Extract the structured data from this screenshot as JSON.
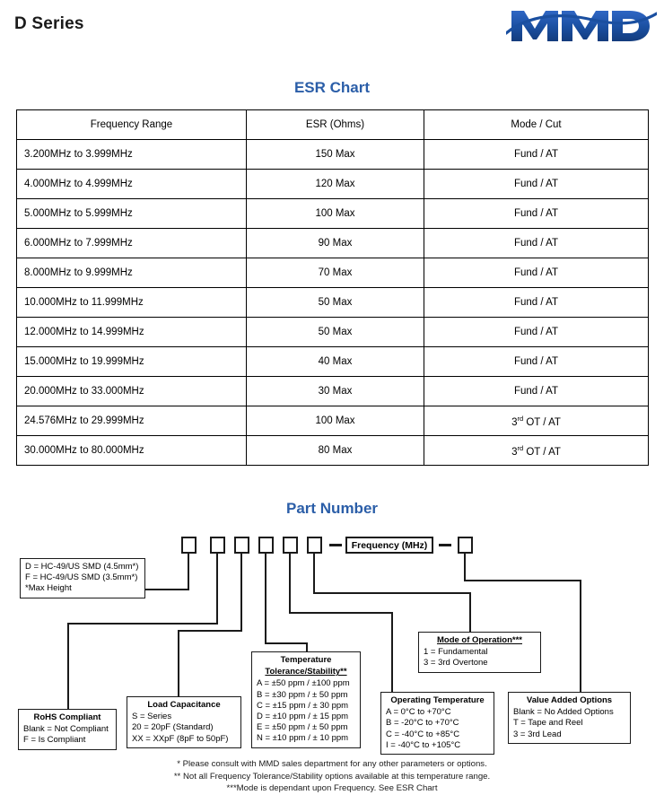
{
  "header": {
    "series_title": "D Series",
    "logo_text": "MMD",
    "logo_color": "#1a4fa0"
  },
  "esr_section": {
    "heading": "ESR Chart",
    "columns": [
      "Frequency Range",
      "ESR (Ohms)",
      "Mode / Cut"
    ],
    "rows": [
      {
        "freq": "3.200MHz to 3.999MHz",
        "esr": "150 Max",
        "mode": "Fund / AT",
        "mode_sup": ""
      },
      {
        "freq": "4.000MHz to 4.999MHz",
        "esr": "120 Max",
        "mode": "Fund / AT",
        "mode_sup": ""
      },
      {
        "freq": "5.000MHz to 5.999MHz",
        "esr": "100 Max",
        "mode": "Fund / AT",
        "mode_sup": ""
      },
      {
        "freq": "6.000MHz to 7.999MHz",
        "esr": "90 Max",
        "mode": "Fund / AT",
        "mode_sup": ""
      },
      {
        "freq": "8.000MHz to 9.999MHz",
        "esr": "70 Max",
        "mode": "Fund / AT",
        "mode_sup": ""
      },
      {
        "freq": "10.000MHz to 11.999MHz",
        "esr": "50 Max",
        "mode": "Fund / AT",
        "mode_sup": ""
      },
      {
        "freq": "12.000MHz to 14.999MHz",
        "esr": "50 Max",
        "mode": "Fund / AT",
        "mode_sup": ""
      },
      {
        "freq": "15.000MHz to 19.999MHz",
        "esr": "40 Max",
        "mode": "Fund / AT",
        "mode_sup": ""
      },
      {
        "freq": "20.000MHz to 33.000MHz",
        "esr": "30 Max",
        "mode": "Fund / AT",
        "mode_sup": ""
      },
      {
        "freq": "24.576MHz to 29.999MHz",
        "esr": "100 Max",
        "mode": "3",
        "mode_sup": "rd",
        "mode_tail": " OT / AT"
      },
      {
        "freq": "30.000MHz to 80.000MHz",
        "esr": "80 Max",
        "mode": "3",
        "mode_sup": "rd",
        "mode_tail": " OT / AT"
      }
    ]
  },
  "part_number": {
    "heading": "Part Number",
    "frequency_box_label": "Frequency (MHz)",
    "separator": "-",
    "code_box_count": 6,
    "trailing_box_count": 1,
    "legends": {
      "package": {
        "lines": [
          "D = HC-49/US SMD (4.5mm*)",
          "F = HC-49/US SMD (3.5mm*)",
          "*Max Height"
        ]
      },
      "rohs": {
        "title": "RoHS Compliant",
        "lines": [
          "Blank = Not Compliant",
          "F = Is Compliant"
        ]
      },
      "load_capacitance": {
        "title": "Load Capacitance",
        "lines": [
          "S = Series",
          "20 = 20pF (Standard)",
          "XX = XXpF (8pF to 50pF)"
        ]
      },
      "temperature_tolerance": {
        "title_line1": "Temperature",
        "title_line2": "Tolerance/Stability**",
        "lines": [
          "A = ±50 ppm / ±100 ppm",
          "B = ±30 ppm / ±  50 ppm",
          "C = ±15 ppm / ±  30 ppm",
          "D = ±10 ppm / ±  15 ppm",
          "E = ±50 ppm / ±  50 ppm",
          "N = ±10 ppm / ±  10 ppm"
        ]
      },
      "operating_temperature": {
        "title": "Operating Temperature",
        "lines": [
          "A =   0°C to +70°C",
          "B = -20°C to +70°C",
          "C = -40°C to +85°C",
          "I  = -40°C to +105°C"
        ]
      },
      "mode_of_operation": {
        "title": "Mode of Operation***",
        "lines": [
          "1 = Fundamental",
          "3 = 3rd Overtone"
        ]
      },
      "value_added_options": {
        "title": "Value Added Options",
        "lines": [
          "Blank = No Added Options",
          "T = Tape and Reel",
          "3 = 3rd Lead"
        ]
      }
    }
  },
  "footnotes": [
    "* Please consult with MMD sales department for any other parameters or options.",
    "** Not all Frequency Tolerance/Stability options available at this temperature range.",
    "***Mode is dependant upon Frequency. See ESR Chart"
  ]
}
